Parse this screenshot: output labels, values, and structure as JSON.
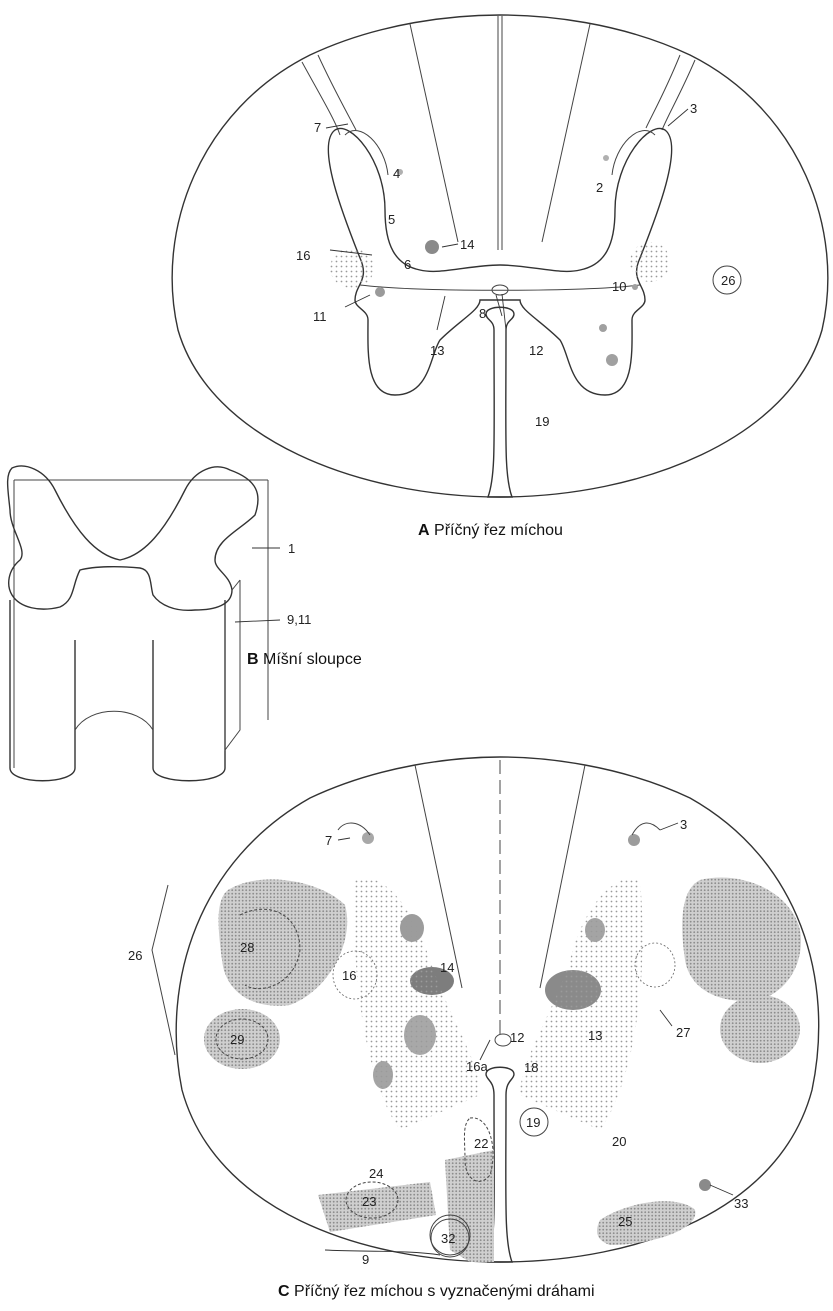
{
  "figure_a": {
    "caption_letter": "A",
    "caption_text": "Příčný řez míchou",
    "labels": {
      "l2": "2",
      "l3": "3",
      "l4": "4",
      "l5": "5",
      "l6": "6",
      "l7": "7",
      "l8": "8",
      "l10": "10",
      "l11": "11",
      "l12": "12",
      "l13": "13",
      "l14": "14",
      "l16": "16",
      "l19": "19",
      "l26": "26"
    }
  },
  "figure_b": {
    "caption_letter": "B",
    "caption_text": "Míšní sloupce",
    "labels": {
      "l1": "1",
      "l911": "9,11"
    }
  },
  "figure_c": {
    "caption_letter": "C",
    "caption_text": "Příčný řez míchou s vyznačenými dráhami",
    "labels": {
      "l3": "3",
      "l7": "7",
      "l12": "12",
      "l13": "13",
      "l14": "14",
      "l16": "16",
      "l16a": "16a",
      "l18": "18",
      "l19": "19",
      "l20": "20",
      "l22": "22",
      "l23": "23",
      "l24": "24",
      "l25": "25",
      "l26": "26",
      "l27": "27",
      "l28": "28",
      "l29": "29",
      "l32": "32",
      "l33": "33",
      "l9": "9"
    }
  },
  "colors": {
    "outline": "#333333",
    "stipple": "#b5b5b5",
    "dark_stipple": "#7a7a7a"
  }
}
